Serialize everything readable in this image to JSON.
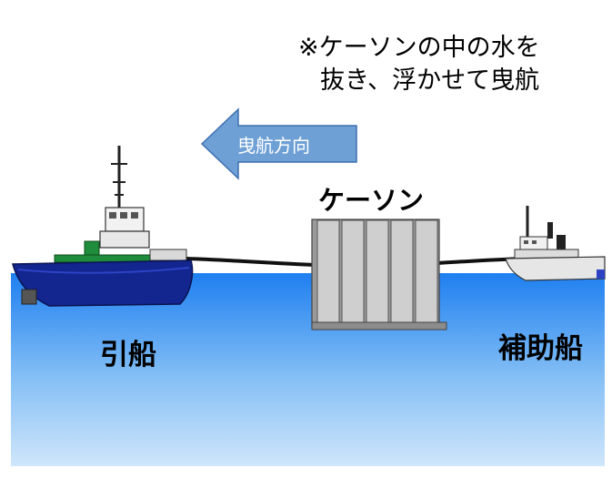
{
  "note": {
    "line1": "※ケーソンの中の水を",
    "line2": "抜き、浮かせて曳航"
  },
  "direction": {
    "label": "曳航方向"
  },
  "caisson": {
    "label": "ケーソン"
  },
  "tugboat": {
    "label": "引船"
  },
  "auxiliary_ship": {
    "label": "補助船"
  },
  "colors": {
    "water_top": "#1e7ff0",
    "water_bottom": "#cfe6fb",
    "arrow_fill": "#6ea0d6",
    "tug_hull": "#13258f",
    "tug_deck": "#1e8c3a",
    "caisson_fill": "#c8c8c8",
    "aux_hull": "#e6e6e6"
  }
}
